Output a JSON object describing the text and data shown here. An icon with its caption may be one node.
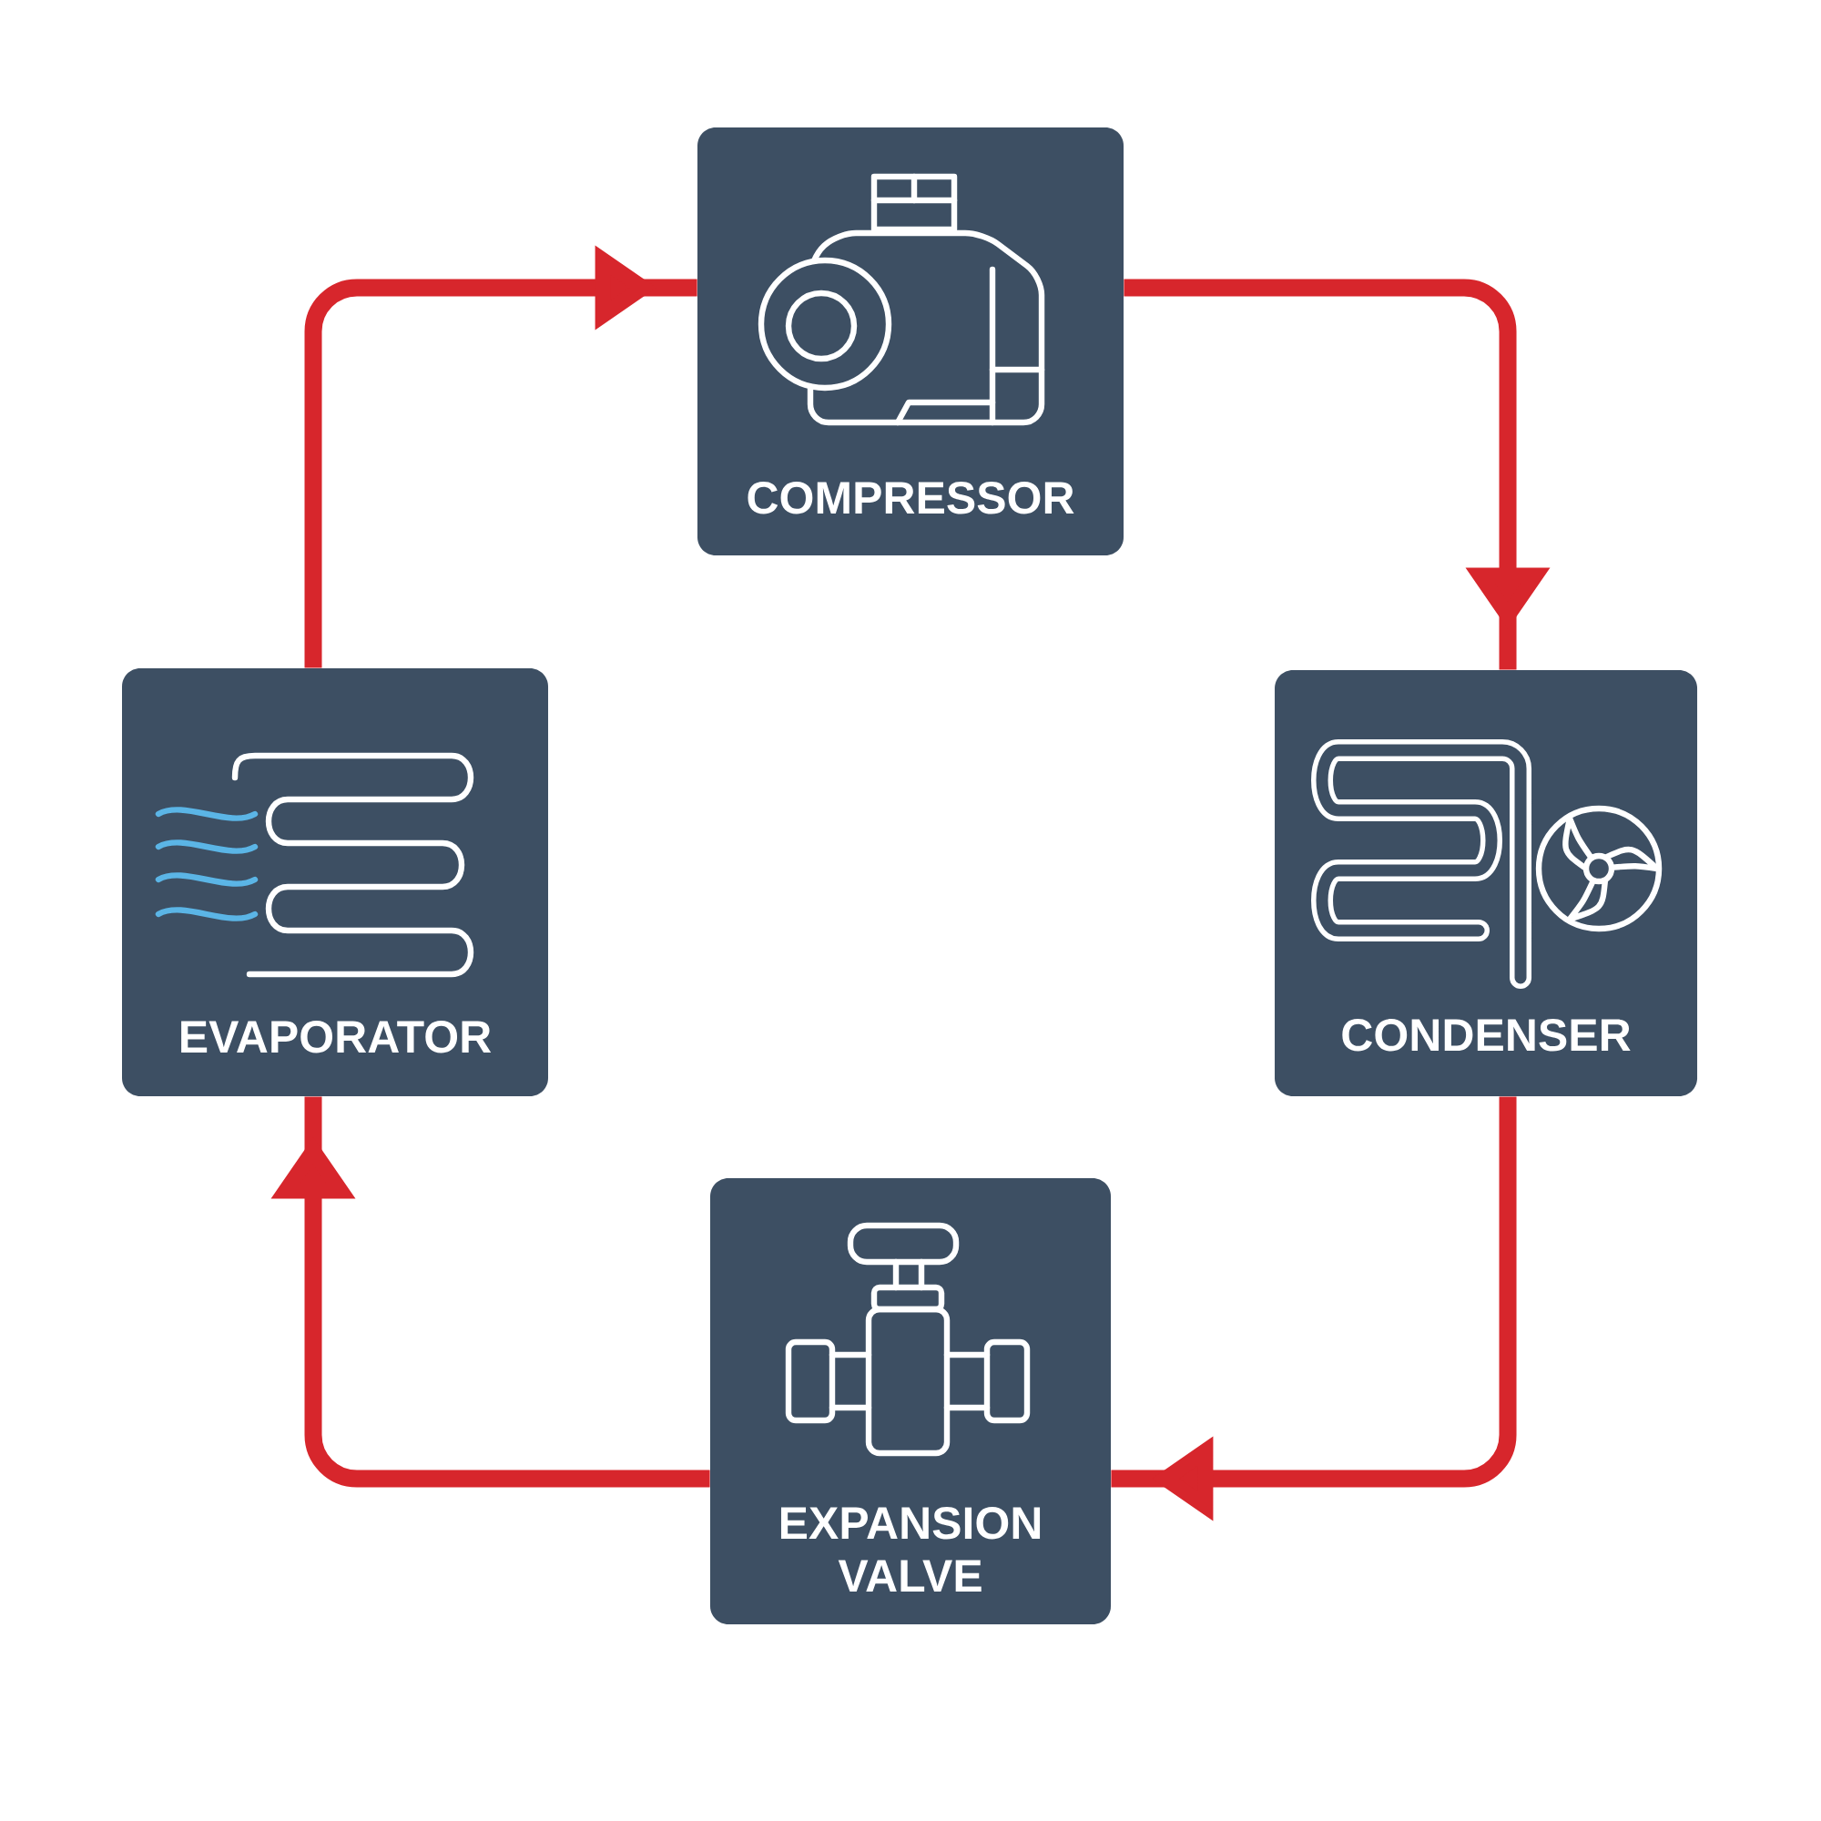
{
  "diagram": {
    "nodes": [
      {
        "text": [
          "COMPRESSOR"
        ]
      },
      {
        "text": [
          "CONDENSER"
        ]
      },
      {
        "text": [
          "EXPANSION VALVE"
        ]
      },
      {
        "text": [
          "EVAPORATOR"
        ]
      }
    ],
    "edges": [
      {
        "from": 0,
        "to": 1,
        "arrow": "to"
      },
      {
        "from": 1,
        "to": 2,
        "arrow": "to"
      },
      {
        "from": 2,
        "to": 3,
        "arrow": "to"
      },
      {
        "from": 3,
        "to": 0,
        "arrow": "to"
      }
    ]
  }
}
